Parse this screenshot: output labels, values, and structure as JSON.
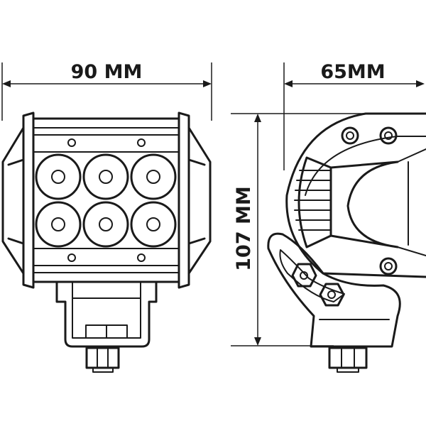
{
  "dimensions": {
    "width_label": "90 MM",
    "depth_label": "65MM",
    "height_label": "107 MM"
  },
  "colors": {
    "ink": "#1a1a1a",
    "background": "#ffffff"
  }
}
